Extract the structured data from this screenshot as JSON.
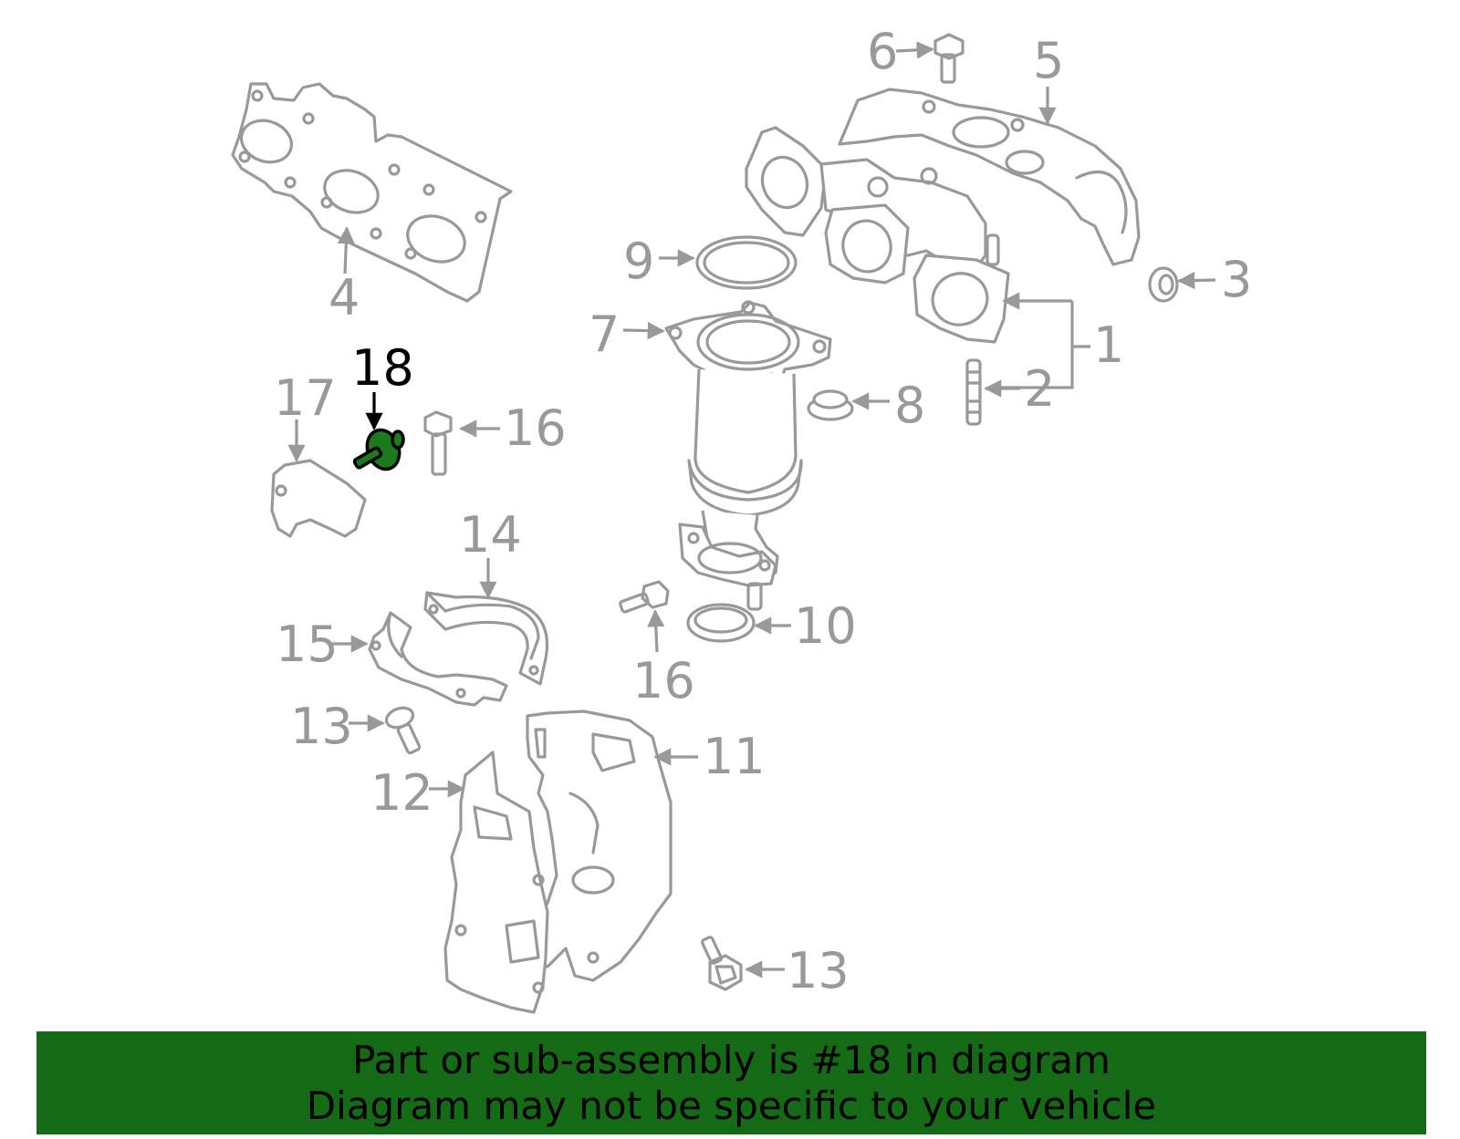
{
  "diagram": {
    "labels": {
      "l1": "1",
      "l2": "2",
      "l3": "3",
      "l4": "4",
      "l5": "5",
      "l6": "6",
      "l7": "7",
      "l8": "8",
      "l9": "9",
      "l10": "10",
      "l11": "11",
      "l12": "12",
      "l13a": "13",
      "l13b": "13",
      "l14": "14",
      "l15": "15",
      "l16a": "16",
      "l16b": "16",
      "l17": "17",
      "l18": "18"
    },
    "highlight_color": "#1b7a1b",
    "part_color": "#999999"
  },
  "banner": {
    "line1": "Part or sub-assembly is #18 in diagram",
    "line2": "Diagram may not be specific to your vehicle",
    "background": "#156b15"
  }
}
